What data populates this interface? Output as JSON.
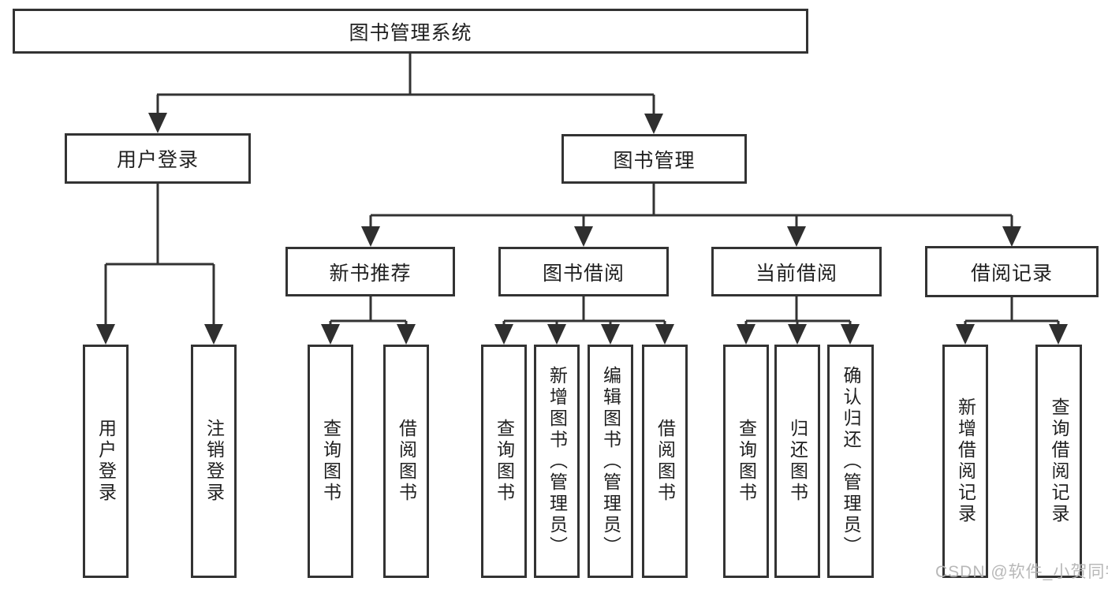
{
  "colors": {
    "line": "#333333",
    "text": "#1f1f1f",
    "background": "#ffffff",
    "watermark_gray": "#b5b5b5"
  },
  "watermark": {
    "text": "CSDN @软件_小贺同学"
  },
  "diagram": {
    "type": "hierarchy-tree",
    "tree": {
      "label": "图书管理系统",
      "children": [
        {
          "label": "用户登录",
          "children": [
            {
              "label": "用户登录"
            },
            {
              "label": "注销登录"
            }
          ]
        },
        {
          "label": "图书管理",
          "children": [
            {
              "label": "新书推荐",
              "children": [
                {
                  "label": "查询图书"
                },
                {
                  "label": "借阅图书"
                }
              ]
            },
            {
              "label": "图书借阅",
              "children": [
                {
                  "label": "查询图书"
                },
                {
                  "label": "新增图书（管理员）"
                },
                {
                  "label": "编辑图书（管理员）"
                },
                {
                  "label": "借阅图书"
                }
              ]
            },
            {
              "label": "当前借阅",
              "children": [
                {
                  "label": "查询图书"
                },
                {
                  "label": "归还图书"
                },
                {
                  "label": "确认归还（管理员）"
                }
              ]
            },
            {
              "label": "借阅记录",
              "children": [
                {
                  "label": "新增借阅记录"
                },
                {
                  "label": "查询借阅记录"
                }
              ]
            }
          ]
        }
      ]
    }
  }
}
